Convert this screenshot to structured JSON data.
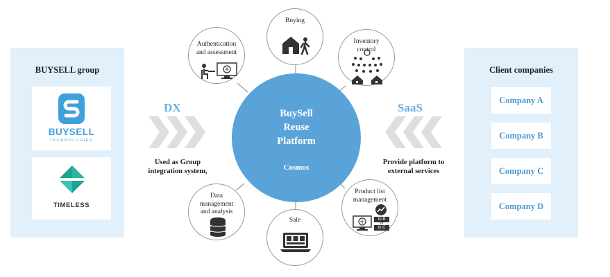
{
  "left_panel": {
    "title": "BUYSELL group",
    "logos": [
      {
        "name": "BUYSELL",
        "sub": "TECHNOLOGIES"
      },
      {
        "name": "TIMELESS"
      }
    ]
  },
  "right_panel": {
    "title": "Client companies",
    "companies": [
      "Company A",
      "Company B",
      "Company C",
      "Company D"
    ]
  },
  "left_flow": {
    "head": "DX",
    "caption_line1": "Used as Group",
    "caption_line2": "integration system,"
  },
  "right_flow": {
    "head": "SaaS",
    "caption_line1": "Provide platform to",
    "caption_line2": "external services"
  },
  "hub": {
    "line1": "BuySell",
    "line2": "Reuse",
    "line3": "Platform",
    "sub": "Cosmos"
  },
  "satellites": {
    "buying": "Buying",
    "auth_line1": "Authentication",
    "auth_line2": "and assessment",
    "inv_line1": "Inventory",
    "inv_line2": "control",
    "data_line1": "Data",
    "data_line2": "management",
    "data_line3": "and analysis",
    "sale": "Sale",
    "prod_line1": "Product list",
    "prod_line2": "management",
    "tag_b": "to B",
    "tag_or": "or",
    "tag_c": "to C"
  },
  "colors": {
    "accent_blue": "#5aa3d8",
    "panel_bg": "#e1f0fa",
    "company_text": "#4a97cf",
    "chevron_gray": "#dedede",
    "buysell_blue": "#3fa0dc",
    "timeless_teal": "#2bb6a3"
  }
}
